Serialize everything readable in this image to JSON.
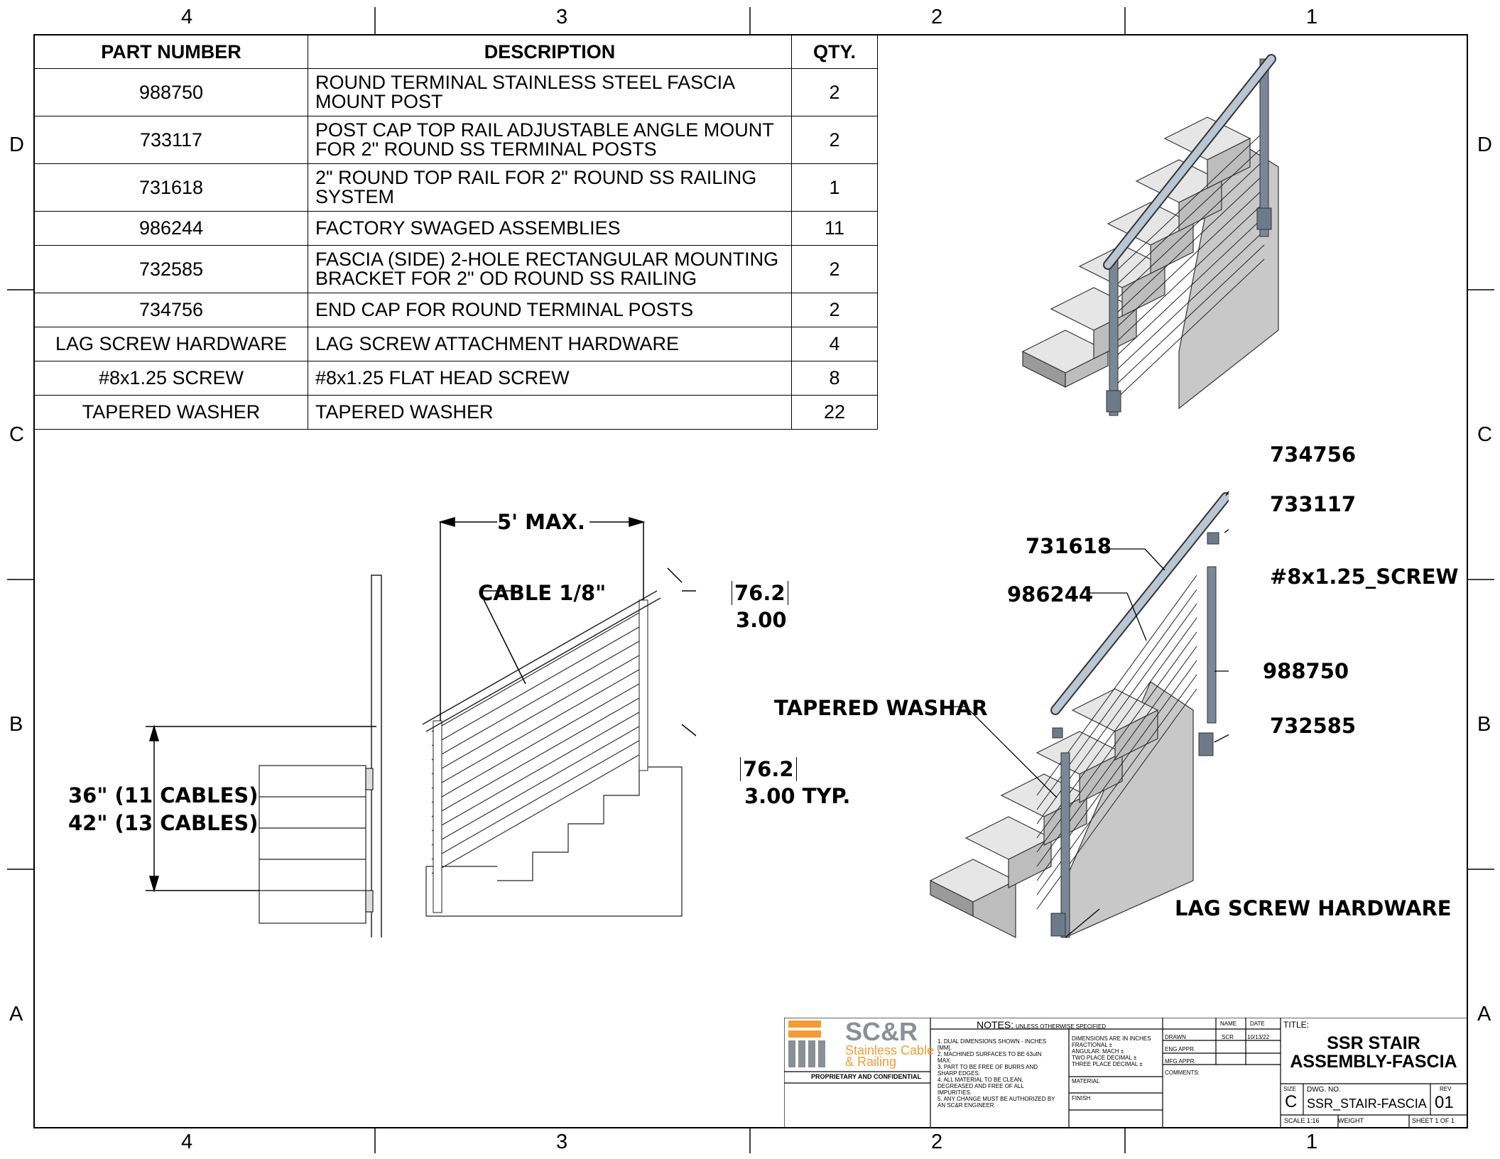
{
  "zones": {
    "columns": [
      "4",
      "3",
      "2",
      "1"
    ],
    "rows": [
      "D",
      "C",
      "B",
      "A"
    ]
  },
  "bom": {
    "headers": [
      "PART NUMBER",
      "DESCRIPTION",
      "QTY."
    ],
    "rows": [
      {
        "part": "988750",
        "desc": "ROUND TERMINAL STAINLESS STEEL FASCIA MOUNT POST",
        "qty": "2"
      },
      {
        "part": "733117",
        "desc": "POST CAP TOP RAIL ADJUSTABLE ANGLE MOUNT FOR 2\" ROUND SS TERMINAL POSTS",
        "qty": "2"
      },
      {
        "part": "731618",
        "desc": "2\" ROUND TOP RAIL FOR 2\" ROUND SS RAILING SYSTEM",
        "qty": "1"
      },
      {
        "part": "986244",
        "desc": "FACTORY SWAGED ASSEMBLIES",
        "qty": "11"
      },
      {
        "part": "732585",
        "desc": "FASCIA (SIDE) 2-HOLE RECTANGULAR MOUNTING BRACKET FOR 2\" OD ROUND SS RAILING",
        "qty": "2"
      },
      {
        "part": "734756",
        "desc": "END CAP FOR ROUND TERMINAL POSTS",
        "qty": "2"
      },
      {
        "part": "LAG SCREW HARDWARE",
        "desc": "LAG SCREW ATTACHMENT HARDWARE",
        "qty": "4"
      },
      {
        "part": "#8x1.25 SCREW",
        "desc": "#8x1.25 FLAT HEAD SCREW",
        "qty": "8"
      },
      {
        "part": "TAPERED WASHER",
        "desc": "TAPERED WASHER",
        "qty": "22"
      }
    ]
  },
  "dims": {
    "max_span": "5' MAX.",
    "cable": "CABLE 1/8\"",
    "top_mm": "76.2",
    "top_in": "3.00",
    "typ_mm": "76.2",
    "typ_in": "3.00  TYP.",
    "height1": "36\" (11 CABLES)",
    "height2": "42\" (13 CABLES)"
  },
  "callouts": {
    "end_cap": "734756",
    "post_cap": "733117",
    "rail": "731618",
    "screw": "#8x1.25_SCREW",
    "swaged": "986244",
    "post": "988750",
    "washer": "TAPERED WASHAR",
    "bracket": "732585",
    "lag": "LAG SCREW HARDWARE"
  },
  "title_block": {
    "logo_text": "SC&R",
    "logo_sub1": "Stainless Cable",
    "logo_sub2": "& Railing",
    "proprietary": "PROPRIETARY AND CONFIDENTIAL",
    "notes_title": "NOTES:",
    "unless": "UNLESS OTHERWISE SPECIFIED",
    "notes": [
      "1. DUAL DIMENSIONS SHOWN - INCHES [MM].",
      "2. MACHINED SURFACES TO BE 63uIN MAX.",
      "3. PART TO BE FREE OF BURRS AND SHARP EDGES.",
      "4. ALL MATERIAL TO BE CLEAN, DEGREASED AND FREE OF ALL IMPURITIES.",
      "5. ANY CHANGE MUST BE AUTHORIZED BY AN SC&R ENGINEER."
    ],
    "tolerances": [
      "DIMENSIONS ARE IN INCHES",
      "FRACTIONAL  ±",
      "ANGULAR: MACH  ±",
      "TWO PLACE DECIMAL  ±",
      "THREE PLACE DECIMAL  ±"
    ],
    "material": "MATERIAL",
    "finish": "FINISH",
    "name_hdr": "NAME",
    "date_hdr": "DATE",
    "drawn": "DRAWN",
    "drawn_name": "SCR",
    "drawn_date": "10/13/22",
    "eng_appr": "ENG APPR.",
    "mfg_appr": "MFG APPR.",
    "comments": "COMMENTS:",
    "title_label": "TITLE:",
    "title1": "SSR STAIR",
    "title2": "ASSEMBLY-FASCIA",
    "size_label": "SIZE",
    "size": "C",
    "dwg_label": "DWG.  NO.",
    "dwg_no": "SSR_STAIR-FASCIA",
    "rev_label": "REV",
    "rev": "01",
    "scale": "SCALE 1:16",
    "weight": "WEIGHT",
    "sheet": "SHEET 1 OF 1"
  }
}
